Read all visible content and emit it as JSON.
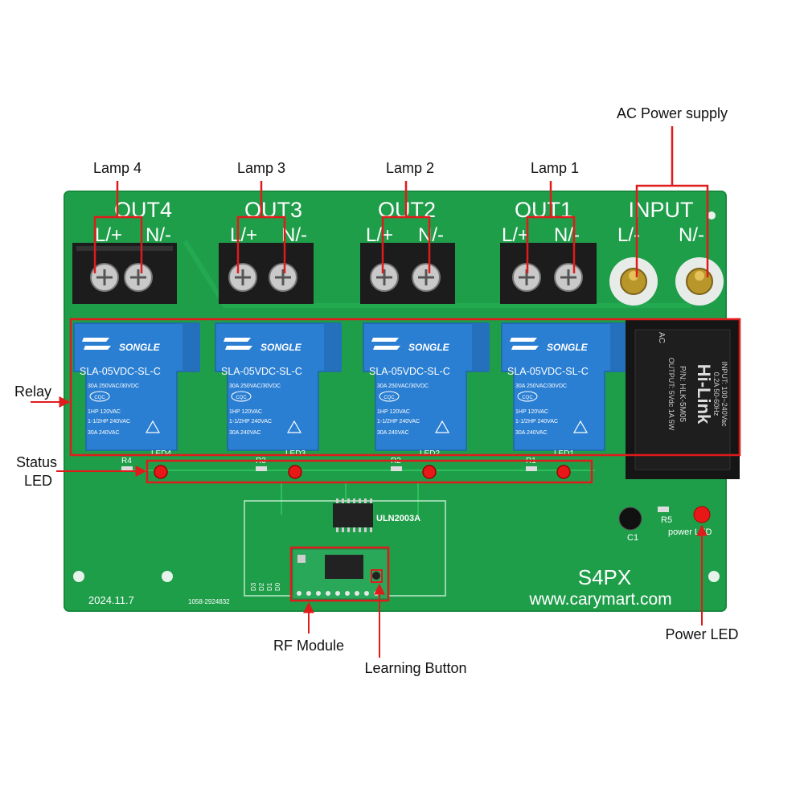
{
  "callouts": {
    "lamp4": "Lamp 4",
    "lamp3": "Lamp 3",
    "lamp2": "Lamp 2",
    "lamp1": "Lamp 1",
    "ac_power": "AC Power supply",
    "relay": "Relay",
    "status_led_line1": "Status",
    "status_led_line2": "LED",
    "rf_module": "RF Module",
    "learning_button": "Learning Button",
    "power_led": "Power LED"
  },
  "board": {
    "outputs": [
      "OUT4",
      "OUT3",
      "OUT2",
      "OUT1"
    ],
    "input_label": "INPUT",
    "terminal_left": "L/+",
    "terminal_right": "N/-",
    "input_terminal_left": "L/-",
    "input_terminal_right": "N/-",
    "relay_brand": "SONGLE",
    "relay_model": "SLA-05VDC-SL-C",
    "relay_rating_line1": "30A 250VAC/30VDC",
    "relay_rating_line2": "1HP 120VAC",
    "relay_rating_line3": "1-1/2HP 240VAC",
    "relay_rating_line4": "30A 240VAC",
    "relay_cqc": "CQC",
    "resistors": [
      "R4",
      "R3",
      "R2",
      "R1"
    ],
    "leds": [
      "LED4",
      "LED3",
      "LED2",
      "LED1"
    ],
    "ic_label": "ULN2003A",
    "r5": "R5",
    "c1": "C1",
    "power_led_label": "power LED",
    "model": "S4PX",
    "website": "www.carymart.com",
    "date": "2024.11.7",
    "serial": "1058-2924832",
    "psu_brand": "Hi-Link",
    "psu_partno": "P/N: HLK-5M05",
    "psu_input": "INPUT: 100~240Vac",
    "psu_input2": "0.2A 50-60Hz",
    "psu_output": "OUTPUT: 5Vdc 1A 5W",
    "psu_ac": "AC",
    "data_pins": [
      "D3",
      "D2",
      "D1",
      "D0"
    ]
  },
  "colors": {
    "pcb": "#1f9e4a",
    "relay_blue": "#2b7fd3",
    "callout_red": "#e01b1b"
  }
}
